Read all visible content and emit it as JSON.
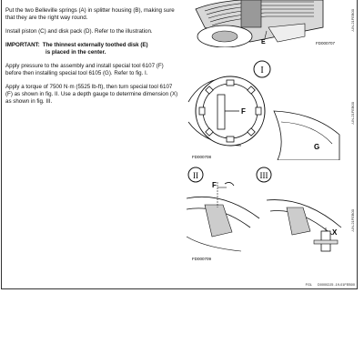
{
  "instructions": {
    "para1": "Put the two Belleville springs (A) in splitter housing (B), making sure that they are the right way round.",
    "para2": "Install piston (C) and disk pack (D). Refer to the illustration.",
    "important_label": "IMPORTANT:",
    "important_text_line1": "The thinnest externally toothed disk (E)",
    "important_text_line2": "is placed in the center.",
    "para3": "Apply pressure to the assembly and install special tool 6107 (F) before then installing special tool 6105 (G). Refer to fig. I.",
    "para4": "Apply a torque of 7500 N·m (5525 lb-ft), then turn special tool 6107 (F) as shown in fig. II. Use a depth gauge to determine dimension (X) as shown in fig. III."
  },
  "figures": {
    "top": {
      "callout_e": "E",
      "code": "FD000707"
    },
    "middle": {
      "roman": "I",
      "callout_f": "F",
      "callout_g": "G",
      "code": "FD000708"
    },
    "bottom": {
      "roman_left": "II",
      "roman_right": "III",
      "callout_f": "F",
      "callout_x": "X",
      "code": "FD000709"
    }
  },
  "side_codes": [
    "-UN-21FEB00",
    "-UN-21FEB00",
    "-UN-21FEB00"
  ],
  "footer": {
    "left": "FGL",
    "right": "D00002J5 -19-01FEB00"
  }
}
